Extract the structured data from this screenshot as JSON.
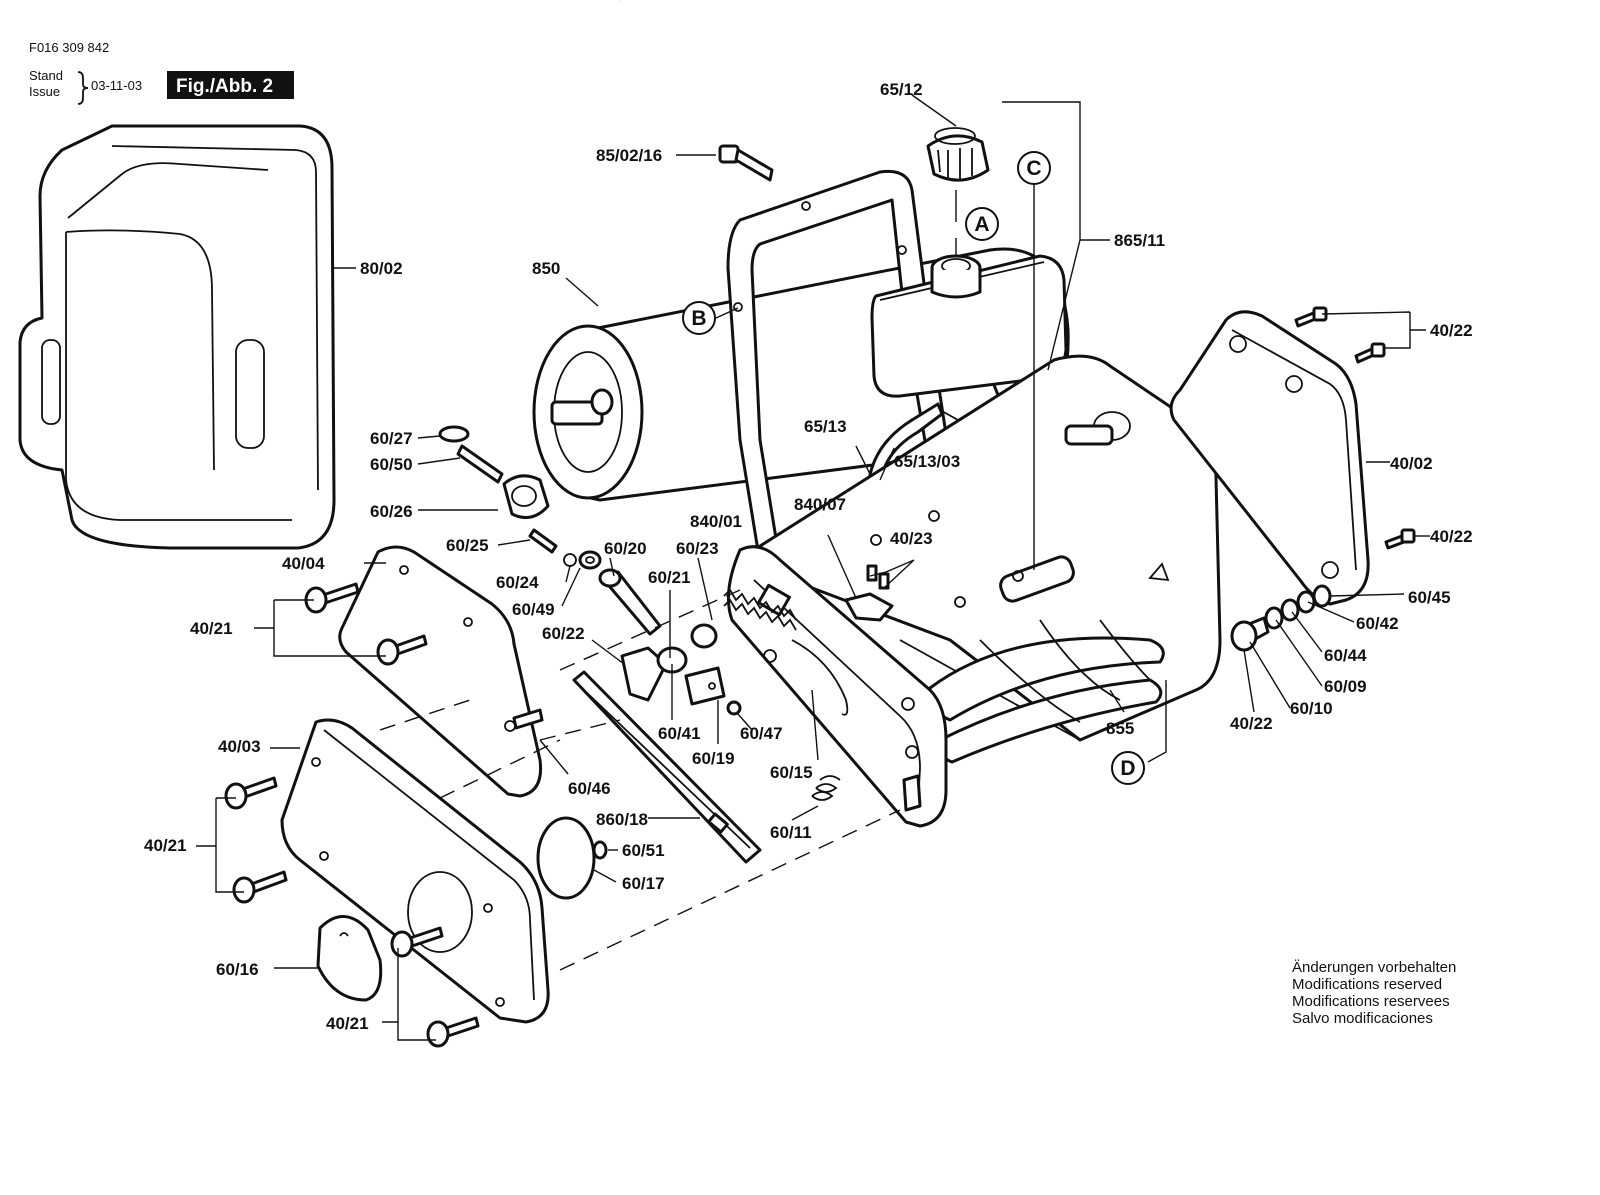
{
  "header": {
    "doc_number": "F016 309 842",
    "stand_label": "Stand",
    "issue_label": "Issue",
    "date": "03-11-03",
    "figure": "Fig./Abb. 2"
  },
  "callouts": [
    "A",
    "B",
    "C",
    "D"
  ],
  "part_labels": [
    "65/12",
    "85/02/16",
    "865/11",
    "80/02",
    "850",
    "40/22",
    "60/27",
    "60/50",
    "65/13",
    "65/13/03",
    "40/02",
    "60/26",
    "840/01",
    "840/07",
    "40/23",
    "40/22",
    "60/25",
    "60/20",
    "60/23",
    "40/04",
    "60/24",
    "60/21",
    "60/45",
    "60/49",
    "60/42",
    "40/21",
    "60/22",
    "60/44",
    "60/41",
    "60/47",
    "60/09",
    "60/46",
    "60/19",
    "60/10",
    "40/03",
    "855",
    "40/22",
    "60/15",
    "860/18",
    "60/11",
    "40/21",
    "60/51",
    "60/17",
    "60/16",
    "40/21"
  ],
  "notes": [
    "Änderungen vorbehalten",
    "Modifications reserved",
    "Modifications reservees",
    "Salvo modificaciones"
  ]
}
